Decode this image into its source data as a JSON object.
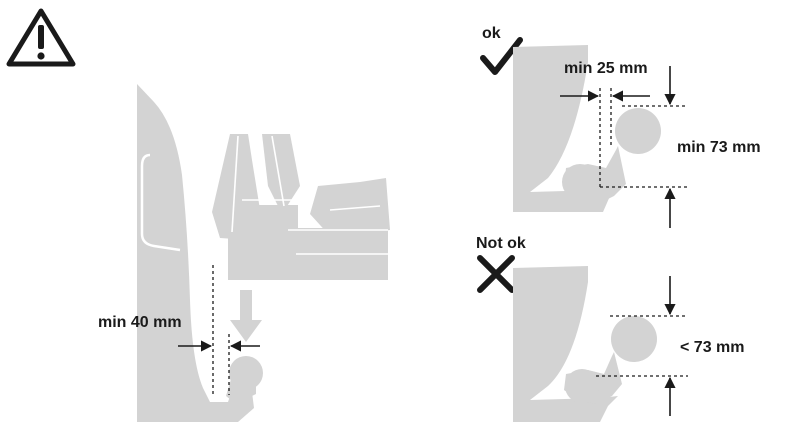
{
  "icons": {
    "warning": "warning-triangle-icon",
    "ok_mark": "checkmark-icon",
    "not_ok_mark": "cross-icon"
  },
  "colors": {
    "silhouette": "#d3d3d3",
    "ink": "#1a1a1a",
    "background": "#ffffff"
  },
  "labels": {
    "min_40": "min 40 mm",
    "ok": "ok",
    "min_25": "min 25 mm",
    "min_73": "min 73 mm",
    "not_ok": "Not ok",
    "lt_73": "< 73 mm"
  }
}
